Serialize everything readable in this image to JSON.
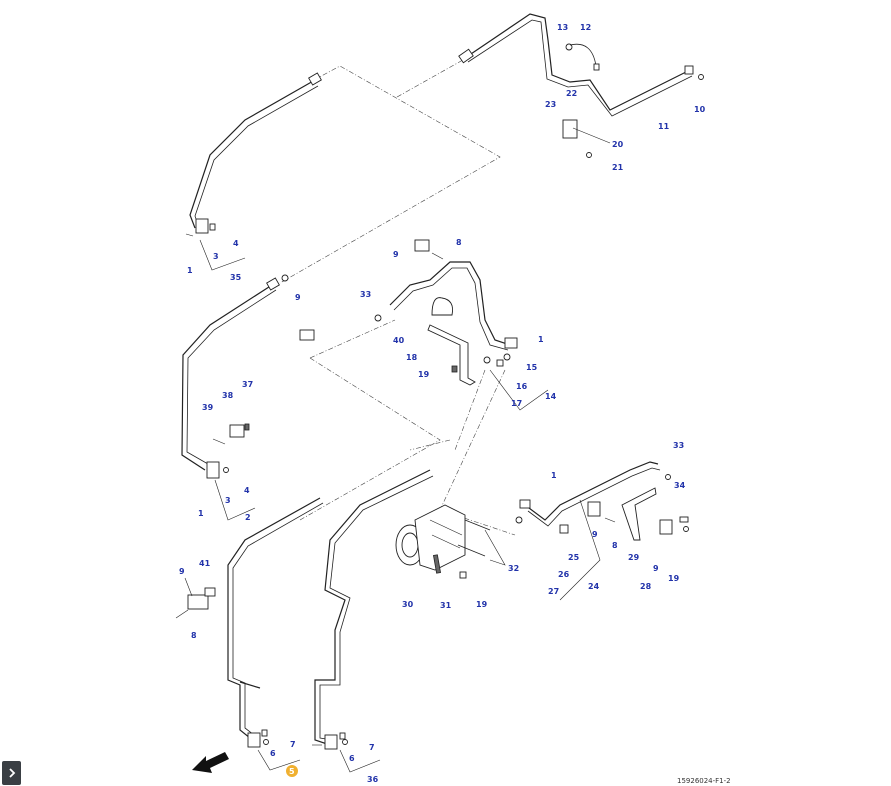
{
  "drawing_id": "15926024-F1-2",
  "selected_callout": "5",
  "callouts": [
    {
      "id": "c1a",
      "label": "1"
    },
    {
      "id": "c3a",
      "label": "3"
    },
    {
      "id": "c4a",
      "label": "4"
    },
    {
      "id": "c35",
      "label": "35"
    },
    {
      "id": "c13",
      "label": "13"
    },
    {
      "id": "c12",
      "label": "12"
    },
    {
      "id": "c10",
      "label": "10"
    },
    {
      "id": "c11",
      "label": "11"
    },
    {
      "id": "c22",
      "label": "22"
    },
    {
      "id": "c23",
      "label": "23"
    },
    {
      "id": "c20",
      "label": "20"
    },
    {
      "id": "c21",
      "label": "21"
    },
    {
      "id": "c9a",
      "label": "9"
    },
    {
      "id": "c8a",
      "label": "8"
    },
    {
      "id": "c33a",
      "label": "33"
    },
    {
      "id": "c40",
      "label": "40"
    },
    {
      "id": "c18",
      "label": "18"
    },
    {
      "id": "c19a",
      "label": "19"
    },
    {
      "id": "c1b",
      "label": "1"
    },
    {
      "id": "c15",
      "label": "15"
    },
    {
      "id": "c16",
      "label": "16"
    },
    {
      "id": "c17",
      "label": "17"
    },
    {
      "id": "c14",
      "label": "14"
    },
    {
      "id": "c9b",
      "label": "9"
    },
    {
      "id": "c37",
      "label": "37"
    },
    {
      "id": "c38",
      "label": "38"
    },
    {
      "id": "c39",
      "label": "39"
    },
    {
      "id": "c4b",
      "label": "4"
    },
    {
      "id": "c3b",
      "label": "3"
    },
    {
      "id": "c1c",
      "label": "1"
    },
    {
      "id": "c2",
      "label": "2"
    },
    {
      "id": "c1d",
      "label": "1"
    },
    {
      "id": "c33b",
      "label": "33"
    },
    {
      "id": "c34",
      "label": "34"
    },
    {
      "id": "c9c",
      "label": "9"
    },
    {
      "id": "c8b",
      "label": "8"
    },
    {
      "id": "c29",
      "label": "29"
    },
    {
      "id": "c9d",
      "label": "9"
    },
    {
      "id": "c19b",
      "label": "19"
    },
    {
      "id": "c28",
      "label": "28"
    },
    {
      "id": "c25",
      "label": "25"
    },
    {
      "id": "c26",
      "label": "26"
    },
    {
      "id": "c27",
      "label": "27"
    },
    {
      "id": "c24",
      "label": "24"
    },
    {
      "id": "c32",
      "label": "32"
    },
    {
      "id": "c30",
      "label": "30"
    },
    {
      "id": "c31",
      "label": "31"
    },
    {
      "id": "c19c",
      "label": "19"
    },
    {
      "id": "c9e",
      "label": "9"
    },
    {
      "id": "c41",
      "label": "41"
    },
    {
      "id": "c8c",
      "label": "8"
    },
    {
      "id": "c7a",
      "label": "7"
    },
    {
      "id": "c6a",
      "label": "6"
    },
    {
      "id": "c5",
      "label": "5"
    },
    {
      "id": "c7b",
      "label": "7"
    },
    {
      "id": "c6b",
      "label": "6"
    },
    {
      "id": "c36",
      "label": "36"
    }
  ],
  "icons": {
    "expand": "chevron-right-icon",
    "direction": "direction-arrow-icon"
  },
  "colors": {
    "callout": "#2233aa",
    "selected": "#f0b030",
    "button": "#3a3f44"
  }
}
